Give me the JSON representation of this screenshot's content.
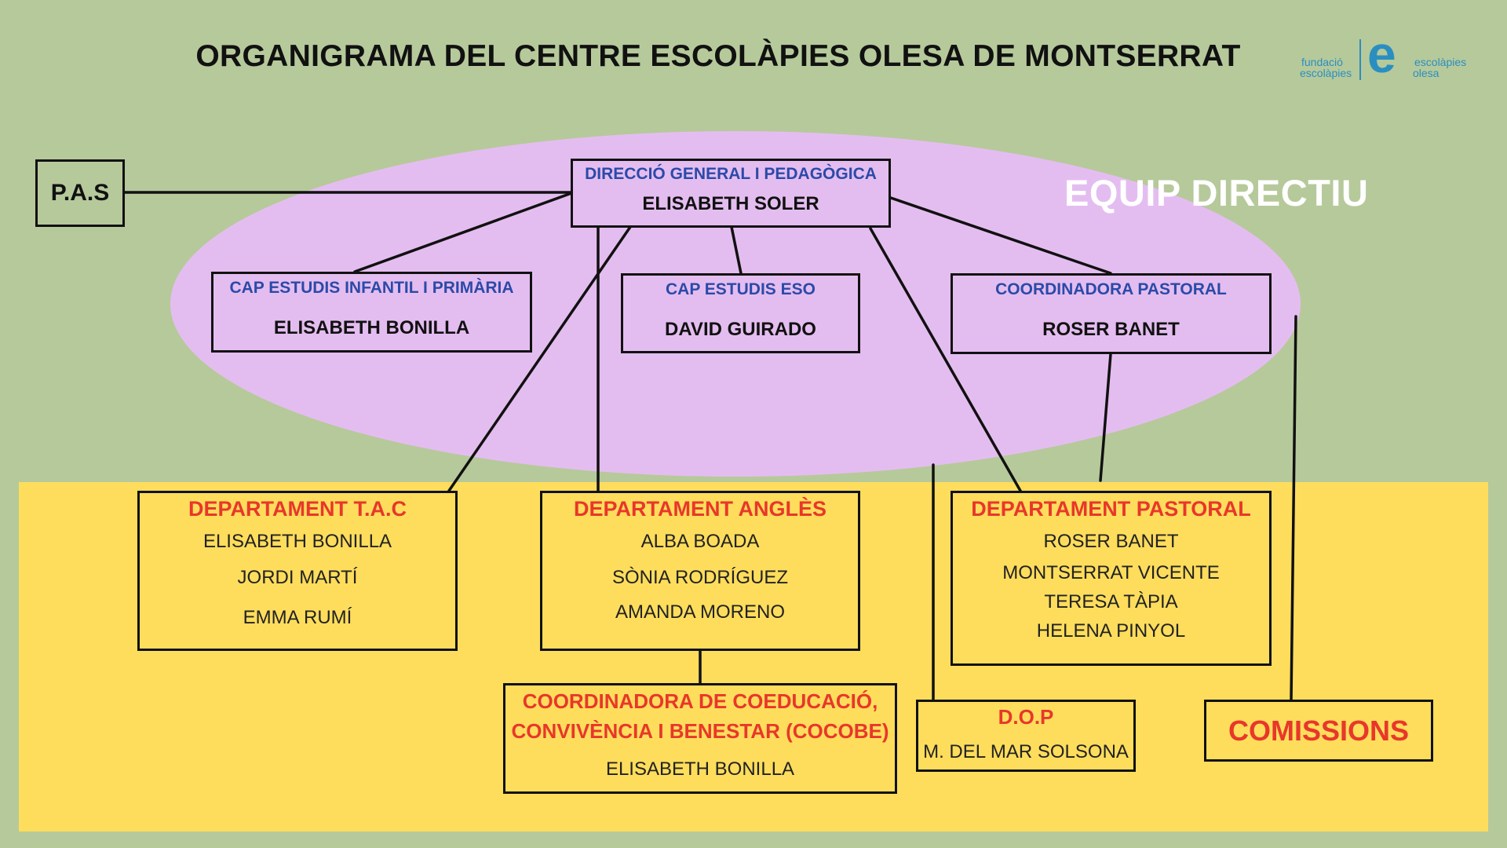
{
  "title": "ORGANIGRAMA DEL CENTRE  ESCOLÀPIES OLESA DE MONTSERRAT",
  "logo": {
    "left_line1": "fundació",
    "left_line2": "escolàpies",
    "right_line1": "escolàpies",
    "right_line2": "olesa"
  },
  "equip_label": "EQUIP DIRECTIU",
  "pas": "P.A.S",
  "direccio": {
    "role": "DIRECCIÓ GENERAL I PEDAGÒGICA",
    "name": "ELISABETH SOLER"
  },
  "cap_primaria": {
    "role": "CAP ESTUDIS INFANTIL I PRIMÀRIA",
    "name": "ELISABETH BONILLA"
  },
  "cap_eso": {
    "role": "CAP ESTUDIS ESO",
    "name": "DAVID GUIRADO"
  },
  "coord_pastoral": {
    "role": "COORDINADORA PASTORAL",
    "name": "ROSER BANET"
  },
  "dept_tac": {
    "title": "DEPARTAMENT T.A.C",
    "members": [
      "ELISABETH BONILLA",
      "JORDI MARTÍ",
      "EMMA RUMÍ"
    ]
  },
  "dept_angles": {
    "title": "DEPARTAMENT ANGLÈS",
    "members": [
      "ALBA BOADA",
      "SÒNIA RODRÍGUEZ",
      "AMANDA MORENO"
    ]
  },
  "dept_pastoral": {
    "title": "DEPARTAMENT PASTORAL",
    "members": [
      "ROSER BANET",
      "MONTSERRAT VICENTE",
      "TERESA TÀPIA",
      "HELENA PINYOL"
    ]
  },
  "cocobe": {
    "title_line1": "COORDINADORA DE COEDUCACIÓ,",
    "title_line2": "CONVIVÈNCIA I BENESTAR (COCOBE)",
    "name": "ELISABETH BONILLA"
  },
  "dop": {
    "title": "D.O.P",
    "name": "M. DEL MAR SOLSONA"
  },
  "comissions": "COMISSIONS",
  "colors": {
    "background": "#b6c99b",
    "yellow_area": "#fedd5c",
    "ellipse": "#e4bdf0",
    "role_blue": "#2b4aa8",
    "dept_red": "#e8372a",
    "logo_blue": "#2a8fc0"
  }
}
